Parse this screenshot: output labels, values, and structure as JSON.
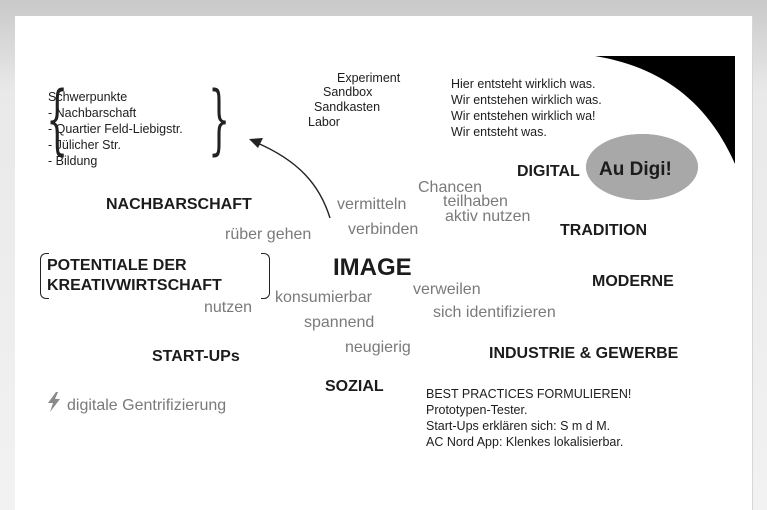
{
  "schwerpunkte": {
    "title": "Schwerpunkte",
    "items": [
      "- Nachbarschaft",
      "- Quartier Feld-Liebigstr.",
      "- Jülicher Str.",
      "- Bildung"
    ]
  },
  "sandbox_words": [
    "Experiment",
    "Sandbox",
    "Sandkasten",
    "Labor"
  ],
  "phrases": [
    "Hier entsteht wirklich was.",
    "Wir entstehen wirklich was.",
    "Wir entstehen wirklich wa!",
    "Wir entsteht was."
  ],
  "badge": {
    "label": "Au Digi!",
    "color": "#a8a8a8"
  },
  "bold_words": {
    "digital": "DIGITAL",
    "nachbarschaft": "NACHBARSCHAFT",
    "tradition": "TRADITION",
    "potentiale_line1": "POTENTIALE DER",
    "potentiale_line2": "KREATIVWIRTSCHAFT",
    "image": "IMAGE",
    "moderne": "MODERNE",
    "startups": "START-UPs",
    "industrie": "INDUSTRIE & GEWERBE",
    "sozial": "SOZIAL"
  },
  "gray_words": {
    "vermitteln": "vermitteln",
    "chancen": "Chancen",
    "teilhaben": "teilhaben",
    "aktiv_nutzen": "aktiv nutzen",
    "rueber_gehen": "rüber gehen",
    "verbinden": "verbinden",
    "verweilen": "verweilen",
    "konsumierbar": "konsumierbar",
    "nutzen": "nutzen",
    "sich_identifizieren": "sich identifizieren",
    "spannend": "spannend",
    "neugierig": "neugierig",
    "gentrifizierung": "digitale Gentrifizierung"
  },
  "best_practices": [
    "BEST PRACTICES FORMULIEREN!",
    "Prototypen-Tester.",
    "Start-Ups erklären sich: S m d M.",
    "AC Nord App: Klenkes lokalisierbar."
  ]
}
